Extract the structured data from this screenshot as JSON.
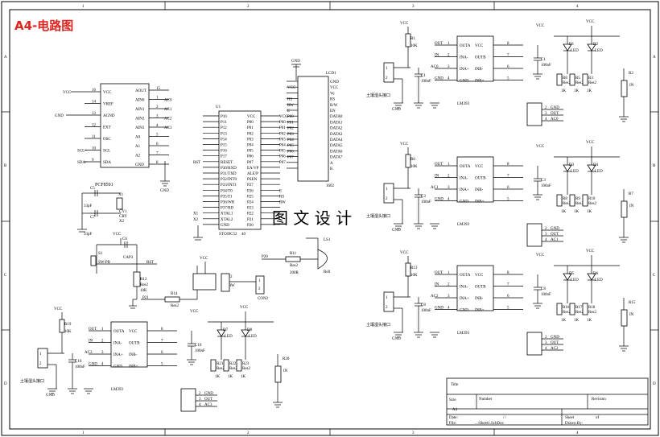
{
  "sheet_title": "A4-电路图",
  "watermark": "图 文 设 计",
  "col_labels": [
    "1",
    "2",
    "3",
    "4"
  ],
  "row_labels": [
    "A",
    "B",
    "C",
    "D"
  ],
  "pcf": {
    "name": "PCF8591",
    "pins_left": [
      {
        "n": "16",
        "name": "VCC",
        "net": "VCC"
      },
      {
        "n": "14",
        "name": "VREF",
        "net": ""
      },
      {
        "n": "13",
        "name": "AGND",
        "net": "GND"
      },
      {
        "n": "12",
        "name": "EXT",
        "net": ""
      },
      {
        "n": "11",
        "name": "OSC",
        "net": ""
      },
      {
        "n": "10",
        "name": "SCL",
        "net": "SCL"
      },
      {
        "n": "9",
        "name": "SDA",
        "net": "SDA"
      }
    ],
    "pins_right": [
      {
        "n": "15",
        "name": "AOUT",
        "net": ""
      },
      {
        "n": "1",
        "name": "AIN0",
        "net": "AC0"
      },
      {
        "n": "2",
        "name": "AIN1",
        "net": "AC1"
      },
      {
        "n": "3",
        "name": "AIN2",
        "net": "AC2"
      },
      {
        "n": "4",
        "name": "AIN3",
        "net": "AC3"
      },
      {
        "n": "5",
        "name": "A0",
        "net": ""
      },
      {
        "n": "6",
        "name": "A1",
        "net": ""
      },
      {
        "n": "7",
        "name": "A2",
        "net": ""
      },
      {
        "n": "8",
        "name": "GND",
        "net": ""
      }
    ]
  },
  "mcu": {
    "ref": "U1",
    "name": "STC89C52",
    "pin_total": "40",
    "pins_left": [
      "P10",
      "P11",
      "P12",
      "P13",
      "P14",
      "P15",
      "P16",
      "P17",
      "RESET",
      "P30/RXD",
      "P31/TXD",
      "P32/INT0",
      "P33/INT1",
      "P34/T0",
      "P35/T1",
      "P36/WR",
      "P37/RD",
      "XTAL1",
      "XTAL2",
      "GND"
    ],
    "left_nets": [
      "",
      "",
      "",
      "",
      "",
      "",
      "",
      "",
      "RST",
      "",
      "",
      "",
      "",
      "",
      "",
      "",
      "",
      "X1",
      "X2",
      ""
    ],
    "pins_right": [
      "VCC",
      "P00",
      "P01",
      "P02",
      "P03",
      "P04",
      "P05",
      "P06",
      "P07",
      "EA/VP",
      "ALE/P",
      "PSEN",
      "P27",
      "P26",
      "P25",
      "P24",
      "P23",
      "P22",
      "P21",
      "P20"
    ],
    "right_nets": [
      "VCC",
      "P00",
      "P01",
      "P02",
      "P03",
      "P04",
      "P05",
      "P06",
      "P07",
      "",
      "",
      "",
      "",
      "E",
      "RS",
      "RW",
      "",
      "",
      "",
      ""
    ]
  },
  "lcd": {
    "ref": "LCD1",
    "name": "1602",
    "pins": [
      "GND",
      "VCC",
      "Vo",
      "RS",
      "R/W",
      "EN",
      "DATA0",
      "DATA1",
      "DATA2",
      "DATA3",
      "DATA4",
      "DATA5",
      "DATA6",
      "DATA7",
      "A",
      "K"
    ],
    "nets": [
      "GND",
      "VCC",
      "",
      "RS",
      "RW",
      "E",
      "P00",
      "P01",
      "P02",
      "P03",
      "P04",
      "P05",
      "P06",
      "P07",
      "",
      ""
    ]
  },
  "crystal": {
    "c5": "C5",
    "c5v": "33pF",
    "c7": "C7",
    "c7v": "33pF",
    "x": "CRY",
    "x1": "X1",
    "x2": "X2",
    "cy": "CY1"
  },
  "reset": {
    "switch": "S1",
    "switch_name": "SW-PB",
    "cap": "C6",
    "cap_name": "CAP3",
    "res": "R12",
    "res_v": "Res2",
    "res_val": "10K",
    "net": "RST",
    "vcc": "VCC"
  },
  "buzzer": {
    "res": "R11",
    "res_v": "Res2",
    "res_val": "200R",
    "net": "P20",
    "ref": "LS1",
    "name": "Bell"
  },
  "relay": {
    "net": "P21",
    "res": "R14",
    "res_v": "Res2",
    "q": "J2",
    "q_name": "RW",
    "conn": "CON2",
    "vcc": "VCC",
    "pins": [
      "1",
      "2"
    ]
  },
  "modules": [
    {
      "ic": "LM393",
      "cap": "C1",
      "cap_v": "100nF",
      "sw": "R1",
      "sw_v": "10K",
      "leds": [
        "D1",
        "D2"
      ],
      "res": [
        "R8",
        "R5",
        "R3"
      ],
      "pot": "R2",
      "ac": "AC0",
      "conn": "土壤湿头接口"
    },
    {
      "ic": "LM393",
      "cap": "C3",
      "cap_v": "100nF",
      "sw": "R6",
      "sw_v": "10K",
      "leds": [
        "D3",
        "D4"
      ],
      "res": [
        "R8",
        "R9",
        "R10"
      ],
      "pot": "R7",
      "ac": "AC1",
      "conn": "土壤湿头接口"
    },
    {
      "ic": "LM393",
      "cap": "C8",
      "cap_v": "100nF",
      "sw": "R13",
      "sw_v": "10K",
      "leds": [
        "D5",
        "D6"
      ],
      "res": [
        "R16",
        "R17",
        "R18"
      ],
      "pot": "R15",
      "ac": "AC2",
      "conn": "土壤湿头接口"
    },
    {
      "ic": "LM393",
      "cap": "C10",
      "cap_v": "100nF",
      "sw": "R19",
      "sw_v": "10K",
      "leds": [
        "D7",
        "D8"
      ],
      "res": [
        "R21",
        "R22",
        "R23"
      ],
      "pot": "R20",
      "ac": "AC3",
      "conn": "土壤湿头接口"
    }
  ],
  "lm_pins": {
    "left": [
      {
        "n": "1",
        "name": "OUTA",
        "net": "OUT"
      },
      {
        "n": "2",
        "name": "INA-",
        "net": "IN"
      },
      {
        "n": "3",
        "name": "INA+",
        "net": "AC"
      },
      {
        "n": "4",
        "name": "GND",
        "net": "GND"
      }
    ],
    "right": [
      {
        "n": "8",
        "name": "VCC"
      },
      {
        "n": "7",
        "name": "OUTB"
      },
      {
        "n": "6",
        "name": "INB-"
      },
      {
        "n": "5",
        "name": "INB+"
      }
    ]
  },
  "misc_labels": {
    "vcc": "VCC",
    "gnd": "GND",
    "res2": "Res2",
    "led": "LED",
    "in": "IN",
    "out": "OUT",
    "k1": "1K",
    "pin_nums": [
      "1",
      "2",
      "3",
      "4"
    ]
  },
  "title_block": {
    "title": "Title",
    "size": "Size",
    "size_val": "A4",
    "number": "Number",
    "revision": "Revision",
    "date": "Date:",
    "date_val": "/ /",
    "file": "File:",
    "file_val": "...\\Sheet1.SchDoc",
    "sheet": "Sheet",
    "of": "of",
    "drawn": "Drawn By:"
  }
}
